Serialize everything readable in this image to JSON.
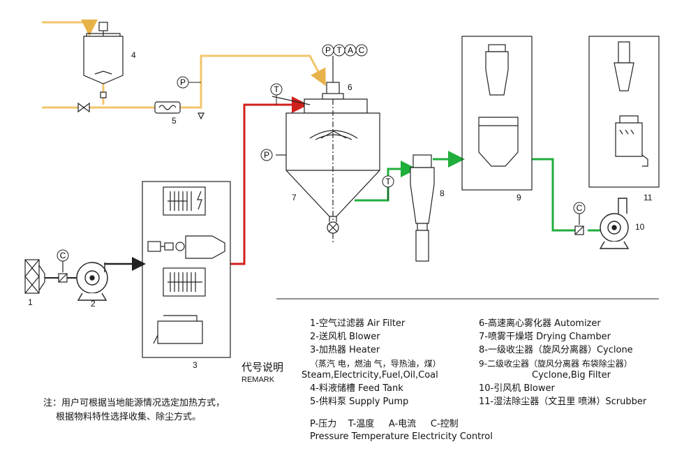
{
  "colors": {
    "feed_line": "#f2c46b",
    "hot_air_line": "#d0201c",
    "exhaust_line": "#1fae3c",
    "stroke": "#222222"
  },
  "instruments": {
    "p": "P",
    "t": "T",
    "a": "A",
    "c": "C"
  },
  "numbers": [
    "1",
    "2",
    "3",
    "4",
    "5",
    "6",
    "7",
    "8",
    "9",
    "10",
    "11"
  ],
  "remark": {
    "cn": "代号说明",
    "en": "REMARK"
  },
  "legend_left": [
    "1-空气过滤器 Air Filter",
    "2-送风机 Blower",
    "3-加热器 Heater",
    "（蒸汽 电，燃油 气，导热油，煤）",
    "Steam,Electricity,Fuel,Oil,Coal",
    "4-料液储槽 Feed Tank",
    "5-供料泵  Supply Pump"
  ],
  "legend_right": [
    "6-高速离心雾化器 Automizer",
    "7-喷雾干燥塔     Drying Chamber",
    "8-一级收尘器（旋风分离器）Cyclone",
    "9-二级收尘器（旋风分离器 布袋除尘器）",
    "Cyclone,Big Filter",
    "10-引风机  Blower",
    "11-湿法除尘器（文丑里 喷淋）Scrubber"
  ],
  "codes_cn": "P-压力    T-温度     A-电流     C-控制",
  "codes_en": "Pressure Temperature Electricity Control",
  "note": {
    "line1": "注：用户可根据当地能源情况选定加热方式，",
    "line2": "根据物料特性选择收集、除尘方式。"
  }
}
